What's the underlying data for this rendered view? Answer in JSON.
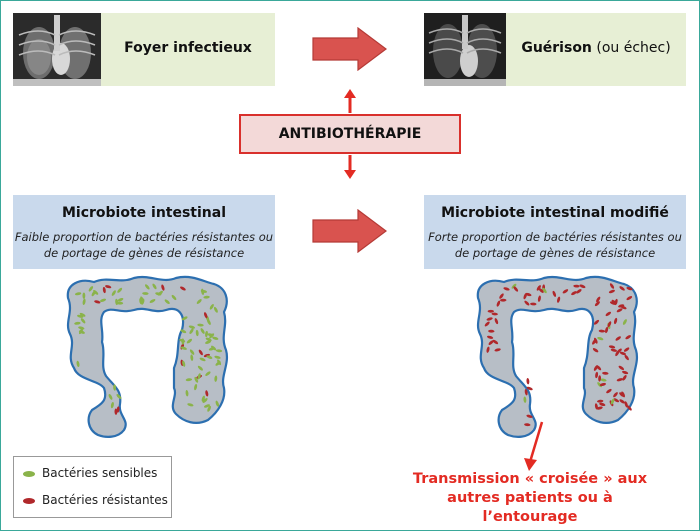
{
  "top_left": {
    "label": "Foyer infectieux"
  },
  "top_right": {
    "label_bold": "Guérison",
    "label_normal": " (ou échec)"
  },
  "center": {
    "label": "ANTIBIOTHÉRAPIE"
  },
  "microbiote_left": {
    "title": "Microbiote intestinal",
    "line1": "Faible proportion de bactéries résistantes ou",
    "line2": "de portage de gènes de résistance"
  },
  "microbiote_right": {
    "title": "Microbiote intestinal modifié",
    "line1": "Forte proportion de bactéries résistantes ou",
    "line2": "de portage de gènes de résistance"
  },
  "legend": {
    "items": [
      {
        "label": "Bactéries sensibles",
        "color": "#8ab34a"
      },
      {
        "label": "Bactéries résistantes",
        "color": "#b0282b"
      }
    ]
  },
  "transmission": {
    "line1": "Transmission « croisée » aux",
    "line2": "autres patients ou à l’entourage"
  },
  "colors": {
    "arrow_fill": "#d9534f",
    "red_accent": "#e32b23",
    "green_box": "#e7efd5",
    "blue_box": "#c9d9ec"
  }
}
